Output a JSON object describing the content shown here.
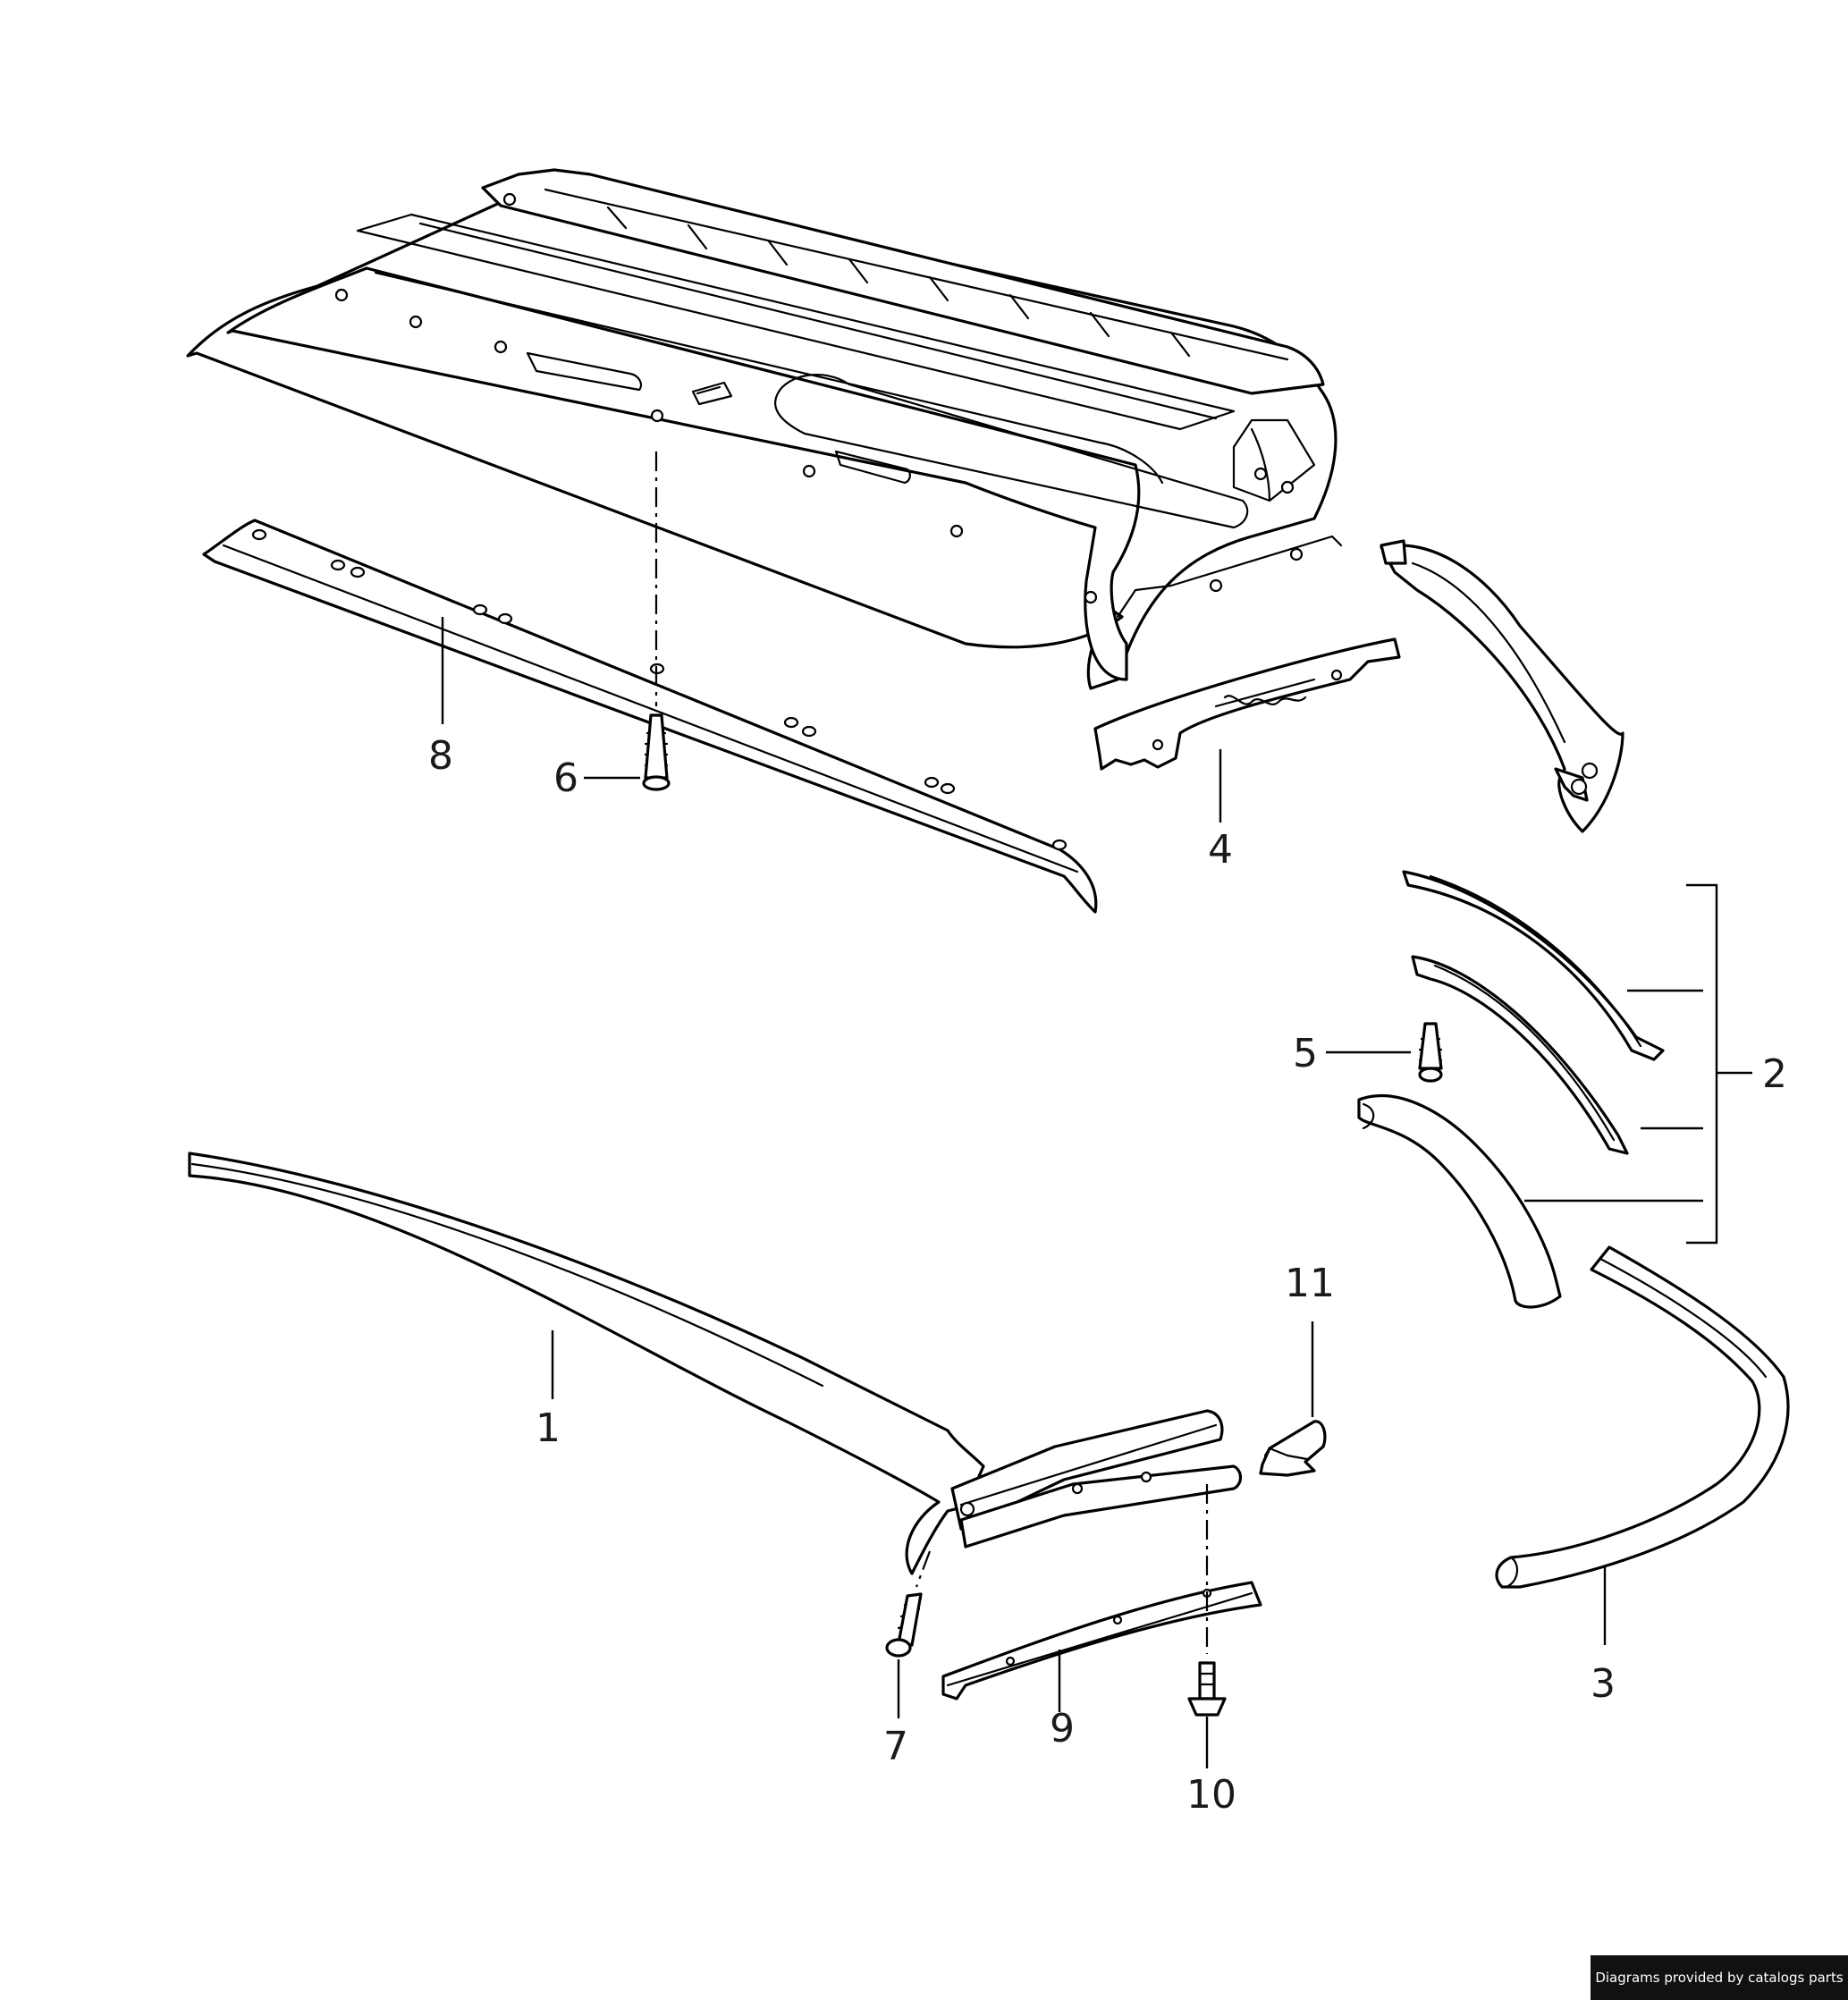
{
  "diagram": {
    "callouts": [
      {
        "id": "c1",
        "label": "1"
      },
      {
        "id": "c2",
        "label": "2"
      },
      {
        "id": "c3",
        "label": "3"
      },
      {
        "id": "c4",
        "label": "4"
      },
      {
        "id": "c5",
        "label": "5"
      },
      {
        "id": "c6",
        "label": "6"
      },
      {
        "id": "c7",
        "label": "7"
      },
      {
        "id": "c8",
        "label": "8"
      },
      {
        "id": "c9",
        "label": "9"
      },
      {
        "id": "c10",
        "label": "10"
      },
      {
        "id": "c11",
        "label": "11"
      }
    ]
  },
  "footer": {
    "credit": "Diagrams provided by catalogs parts"
  }
}
